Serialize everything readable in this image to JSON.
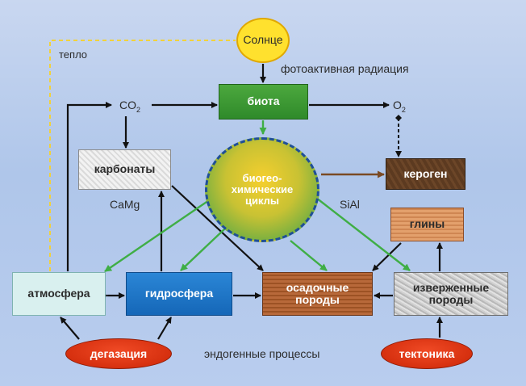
{
  "nodes": {
    "sun": "Солнце",
    "biota": "биота",
    "carbonates": "карбонаты",
    "cycles": "биогео-\nхимические\nциклы",
    "kerogen": "кероген",
    "clays": "глины",
    "atmosphere": "атмосфера",
    "hydrosphere": "гидросфера",
    "sedimentary": "осадочные\nпороды",
    "igneous": "изверженные\nпороды",
    "degassing": "дегазация",
    "tectonics": "тектоника"
  },
  "labels": {
    "heat": "тепло",
    "photoactive": "фотоактивная радиация",
    "co2": "CO",
    "co2_sub": "2",
    "o2": "O",
    "o2_sub": "2",
    "camg": "CaMg",
    "sial": "SiAl",
    "endogenous": "эндогенные процессы"
  },
  "colors": {
    "black_arrow": "#111111",
    "green_arrow": "#3fae45",
    "brown_arrow": "#7a4a24",
    "heat_dash": "#f2d23a"
  }
}
